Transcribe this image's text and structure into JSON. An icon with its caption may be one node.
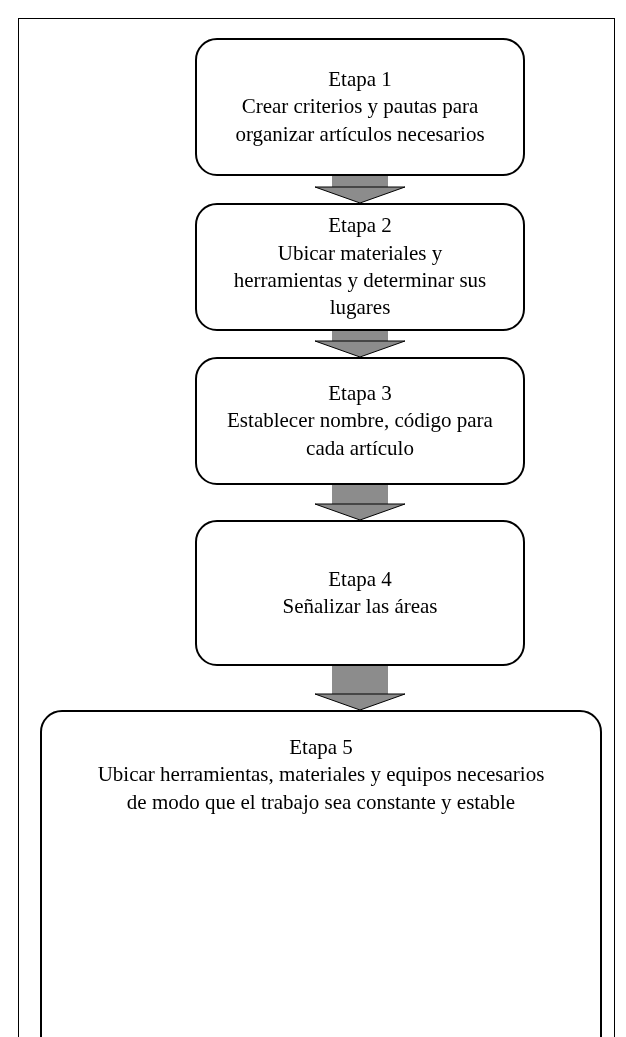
{
  "diagram": {
    "nodes": [
      {
        "text": [
          "Etapa 1",
          "Crear criterios y pautas para organizar artículos necesarios"
        ]
      },
      {
        "text": [
          "Etapa 2",
          "Ubicar materiales y herramientas y determinar sus lugares"
        ]
      },
      {
        "text": [
          "Etapa 3",
          "Establecer nombre, código para cada artículo"
        ]
      },
      {
        "text": [
          "Etapa 4",
          "Señalizar las áreas"
        ]
      },
      {
        "text": [
          "Etapa 5",
          "Ubicar herramientas, materiales y equipos necesarios de modo que el trabajo sea constante y estable"
        ]
      }
    ],
    "edges": [
      {
        "from": 0,
        "to": 1,
        "arrow": "to"
      },
      {
        "from": 1,
        "to": 2,
        "arrow": "to"
      },
      {
        "from": 2,
        "to": 3,
        "arrow": "to"
      },
      {
        "from": 3,
        "to": 4,
        "arrow": "to"
      }
    ]
  }
}
